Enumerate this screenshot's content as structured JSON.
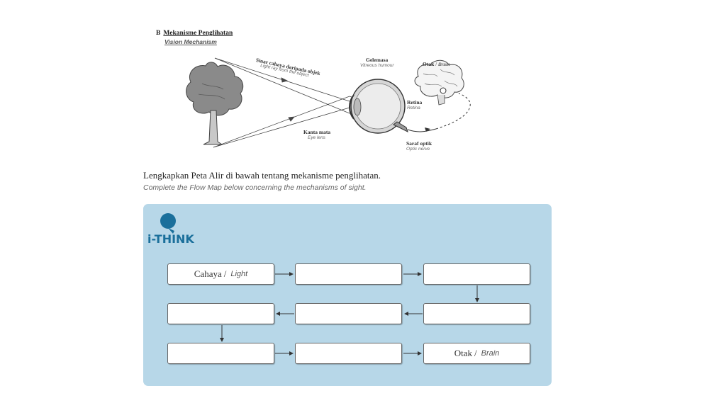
{
  "section": {
    "number": "B",
    "title": "Mekanisme Penglihatan",
    "subtitle": "Vision Mechanism"
  },
  "diagram": {
    "labels": {
      "light_ray_ms": "Sinar cahaya daripada objek",
      "light_ray_en": "Light ray from the object",
      "vitreous_ms": "Gelemasa",
      "vitreous_en": "Vitreous humour",
      "brain_ms": "Otak",
      "brain_en": "Brain",
      "retina_ms": "Retina",
      "retina_en": "Retina",
      "lens_ms": "Kanta mata",
      "lens_en": "Eye lens",
      "nerve_ms": "Saraf optik",
      "nerve_en": "Optic nerve"
    }
  },
  "instruction": {
    "ms": "Lengkapkan Peta Alir di bawah tentang mekanisme penglihatan.",
    "en": "Complete the Flow Map below concerning the mechanisms of sight."
  },
  "logo": {
    "text": "i-THINK",
    "color": "#1a6f9b"
  },
  "flow_map": {
    "slash": "/",
    "first": {
      "ms": "Cahaya",
      "en": "Light"
    },
    "last": {
      "ms": "Otak",
      "en": "Brain"
    }
  },
  "colors": {
    "panel": "#b7d7e8",
    "logo": "#1a6f9b"
  }
}
